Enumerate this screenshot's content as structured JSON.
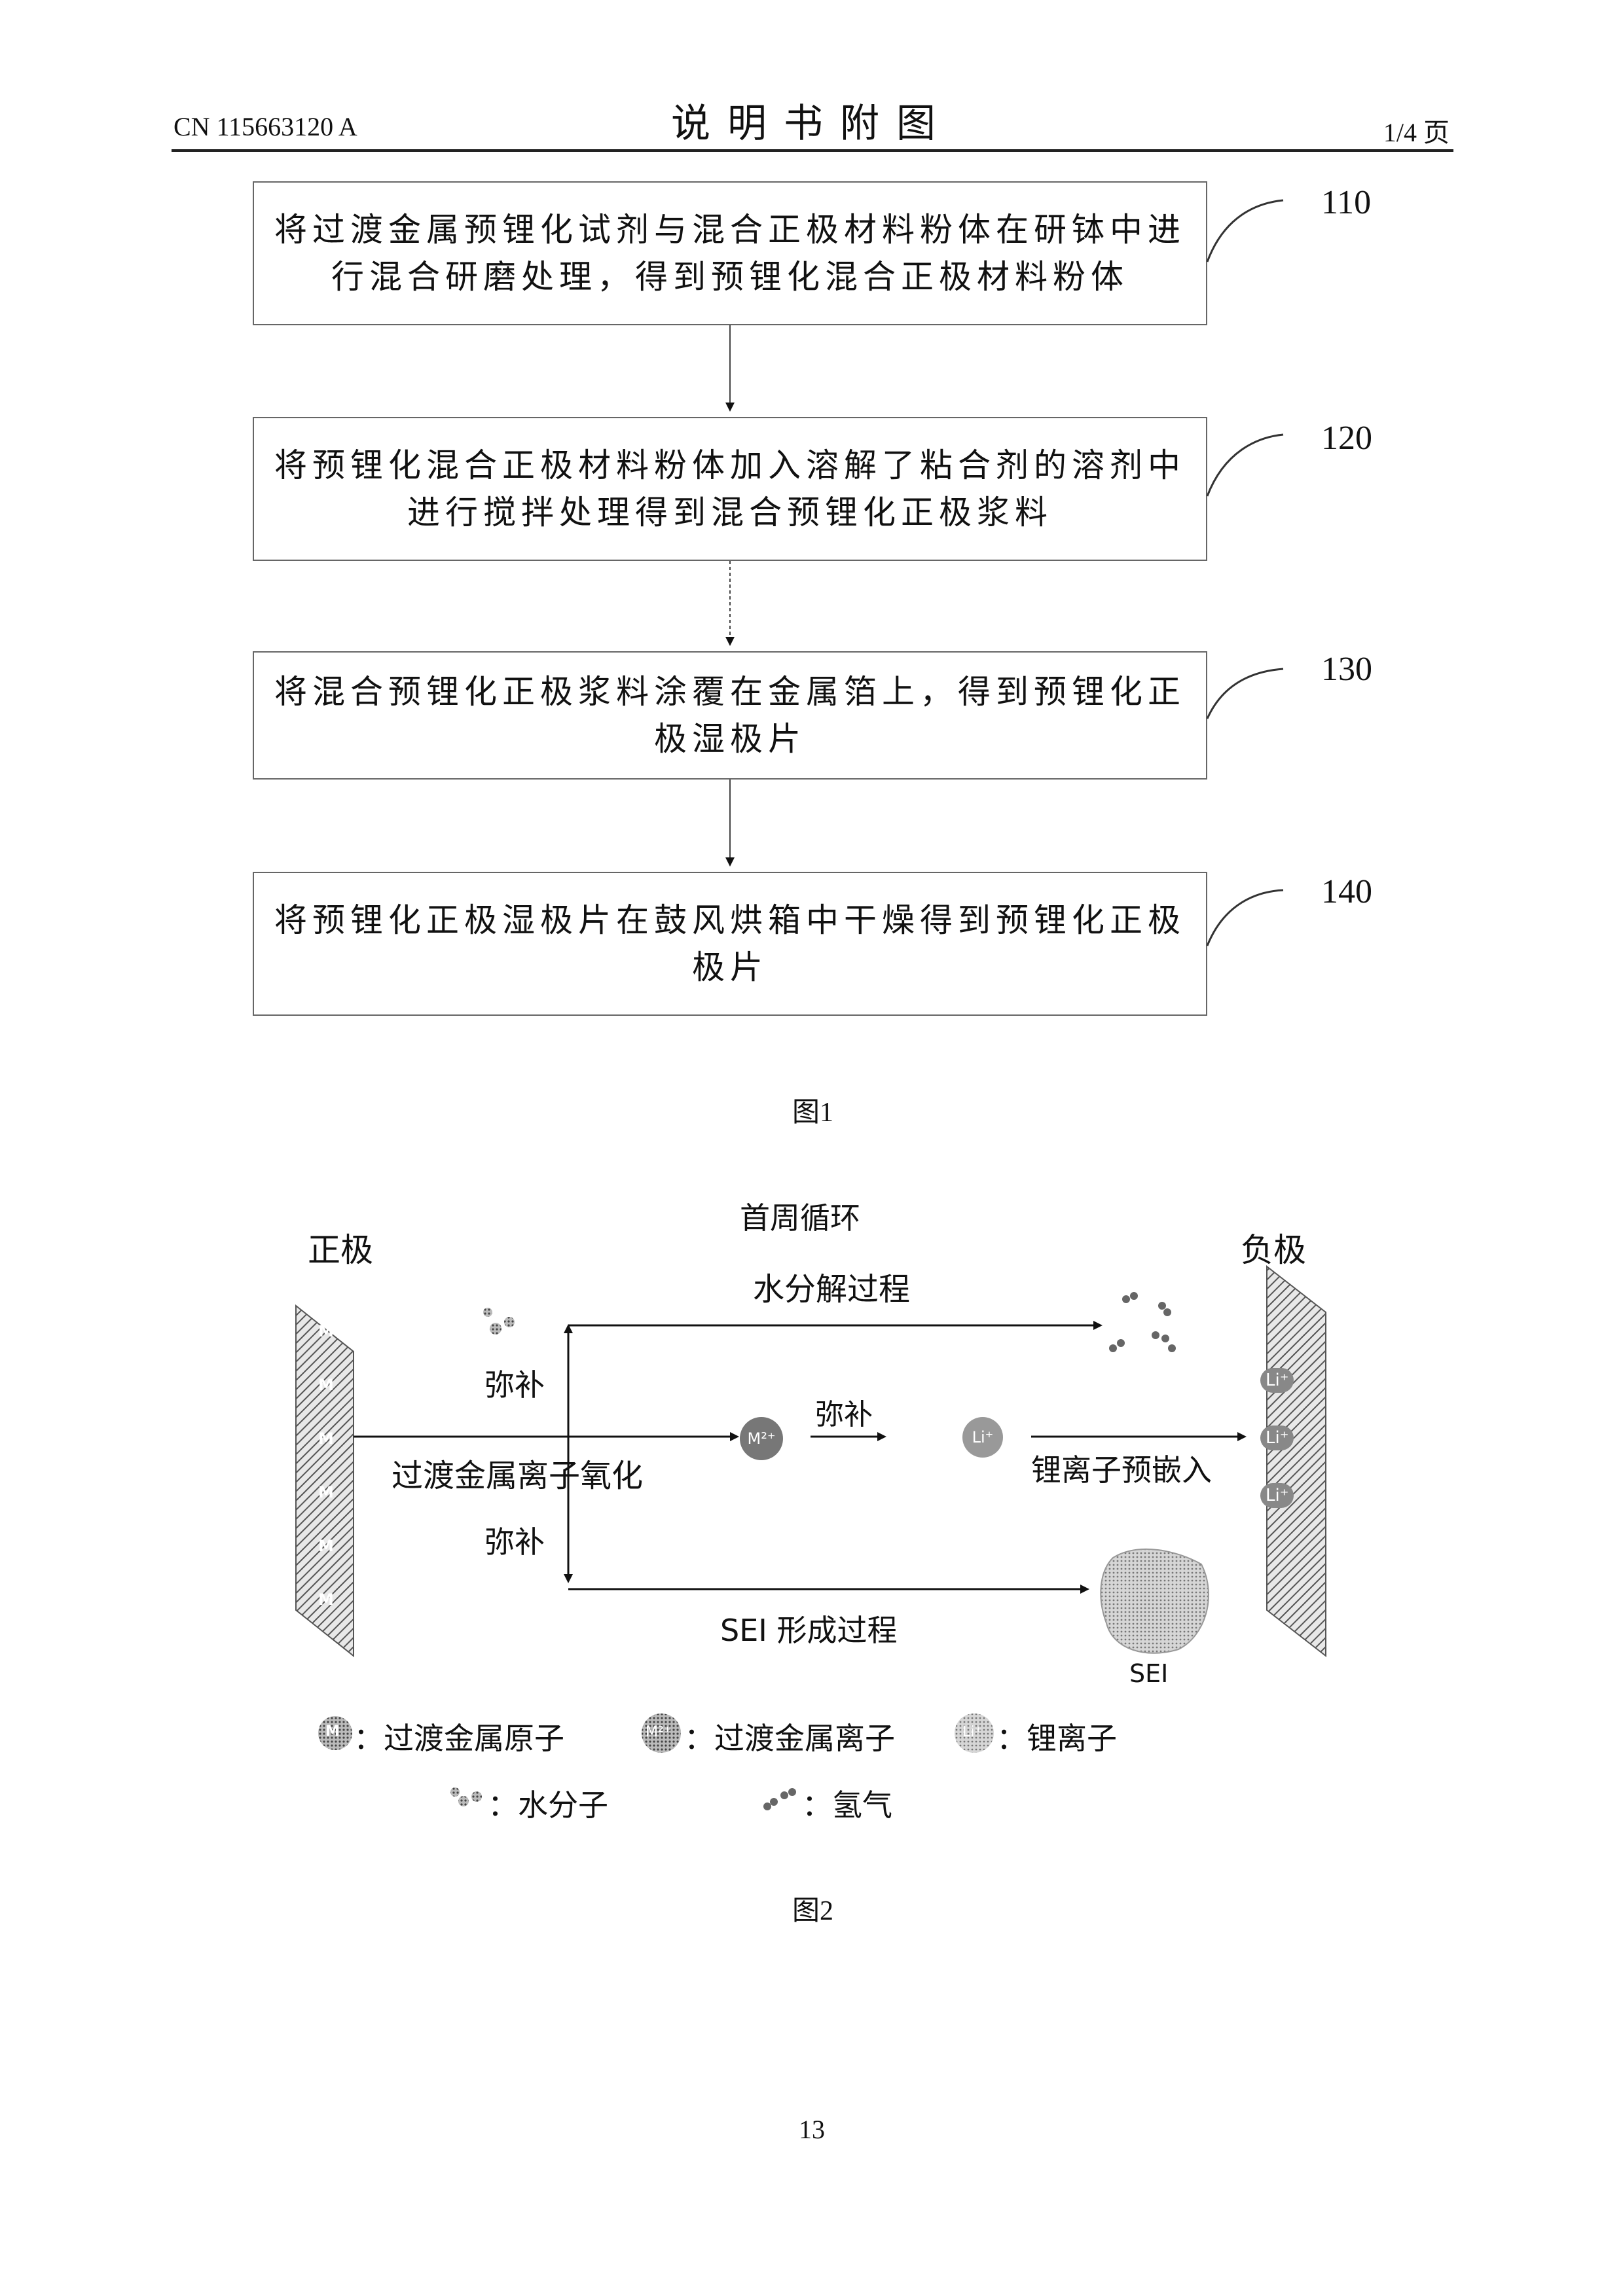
{
  "header": {
    "doc_number": "CN 115663120 A",
    "title": "说明书附图",
    "page_ratio": "1/4 页"
  },
  "figure1": {
    "steps": [
      {
        "text": "将过渡金属预锂化试剂与混合正极材料粉体在研钵中进行混合研磨处理，得到预锂化混合正极材料粉体",
        "number": "110"
      },
      {
        "text": "将预锂化混合正极材料粉体加入溶解了粘合剂的溶剂中进行搅拌处理得到混合预锂化正极浆料",
        "number": "120"
      },
      {
        "text": "将混合预锂化正极浆料涂覆在金属箔上，得到预锂化正极湿极片",
        "number": "130"
      },
      {
        "text": "将预锂化正极湿极片在鼓风烘箱中干燥得到预锂化正极极片",
        "number": "140"
      }
    ],
    "caption": "图1"
  },
  "figure2": {
    "title": "首周循环",
    "left_electrode": "正极",
    "right_electrode": "负极",
    "atom_label": "M",
    "ion_label": "M²⁺",
    "li_label": "Li⁺",
    "process_water": "水分解过程",
    "compensate": "弥补",
    "oxidation": "过渡金属离子氧化",
    "pre_embed": "锂离子预嵌入",
    "sei_process": "SEI 形成过程",
    "sei_label": "SEI",
    "legend": {
      "atom": "：过渡金属原子",
      "ion": "：过渡金属离子",
      "li": "：锂离子",
      "water": "：水分子",
      "hydrogen": "：氢气"
    },
    "caption": "图2"
  },
  "footer": {
    "page_number": "13"
  }
}
